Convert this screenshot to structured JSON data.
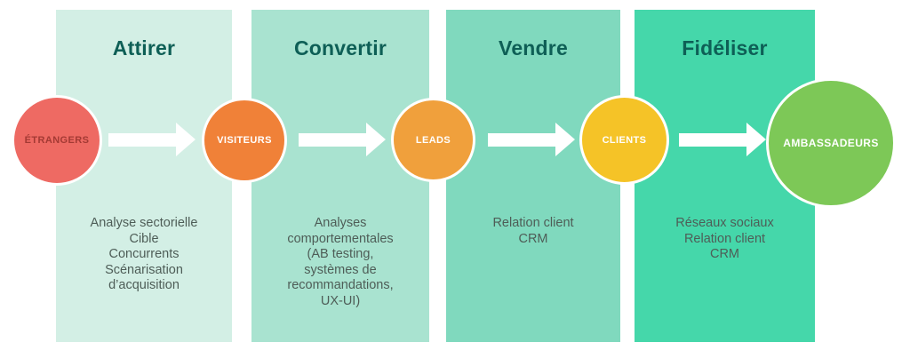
{
  "panels": [
    {
      "title": "Attirer",
      "bg": "#d3efe5",
      "lines": [
        "Analyse sectorielle",
        "Cible",
        "Concurrents",
        "Scénarisation",
        "d’acquisition"
      ]
    },
    {
      "title": "Convertir",
      "bg": "#a9e3d0",
      "lines": [
        "Analyses",
        "comportementales",
        "(AB testing,",
        "systèmes de",
        "recommandations,",
        "UX-UI)"
      ]
    },
    {
      "title": "Vendre",
      "bg": "#80d9be",
      "lines": [
        "Relation client",
        "CRM"
      ]
    },
    {
      "title": "Fidéliser",
      "bg": "#45d7aa",
      "lines": [
        "Réseaux sociaux",
        "Relation client",
        "CRM"
      ]
    }
  ],
  "stages": [
    {
      "label": "ÉTRANGERS",
      "color": "#ee6a63",
      "label_color": "#a43a34"
    },
    {
      "label": "VISITEURS",
      "color": "#f08138",
      "label_color": "#ffffff"
    },
    {
      "label": "LEADS",
      "color": "#f0a03c",
      "label_color": "#ffffff"
    },
    {
      "label": "CLIENTS",
      "color": "#f5c327",
      "label_color": "#ffffff"
    },
    {
      "label": "AMBASSADEURS",
      "color": "#7dc857",
      "label_color": "#ffffff"
    }
  ],
  "colors": {
    "page_bg": "#ffffff",
    "panel_title": "#0e5f56",
    "body_text": "#4e5d57",
    "arrow": "#ffffff",
    "circle_ring": "#ffffff"
  }
}
